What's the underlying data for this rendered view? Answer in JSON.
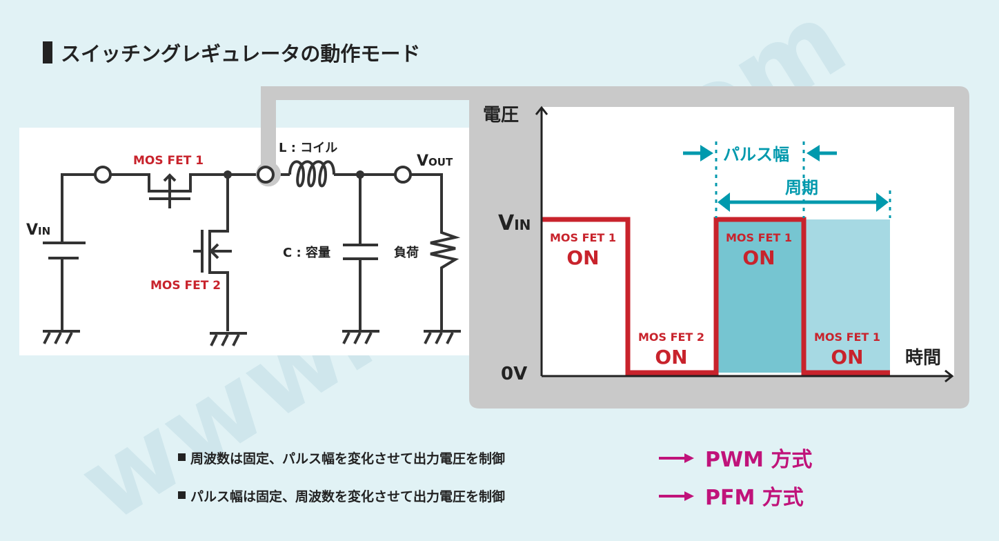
{
  "title": "スイッチングレギュレータの動作モード",
  "watermark": "www.ablic.com",
  "circuit": {
    "mosfet1": "MOS FET 1",
    "mosfet2": "MOS FET 2",
    "coil": "L : コイル",
    "capacitor": "C : 容量",
    "load": "負荷",
    "vin_main": "V",
    "vin_sub": "IN",
    "vout_main": "V",
    "vout_sub": "OUT"
  },
  "waveform": {
    "y_axis": "電圧",
    "x_axis": "時間",
    "vin_main": "V",
    "vin_sub": "IN",
    "zero": "0V",
    "pulse_width": "パルス幅",
    "period": "周期",
    "phases": [
      {
        "label": "MOS FET 1",
        "state": "ON"
      },
      {
        "label": "MOS FET 2",
        "state": "ON"
      },
      {
        "label": "MOS FET 1",
        "state": "ON"
      },
      {
        "label": "MOS FET 1",
        "state": "ON"
      }
    ]
  },
  "notes": [
    {
      "text": "周波数は固定、パルス幅を変化させて出力電圧を制御",
      "result": "PWM 方式"
    },
    {
      "text": "パルス幅は固定、周波数を変化させて出力電圧を制御",
      "result": "PFM 方式"
    }
  ],
  "colors": {
    "red": "#c8232c",
    "teal": "#0099ad",
    "magenta": "#c0137a",
    "pulse_fill": "#76c5d1",
    "pulse_fill_light": "#a6d9e3"
  }
}
